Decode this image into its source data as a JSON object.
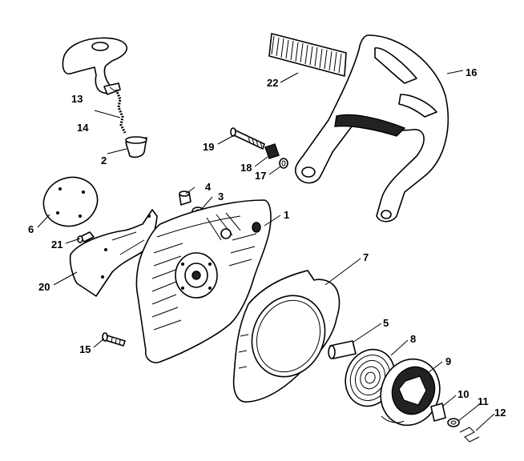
{
  "diagram": {
    "labels": {
      "p1": "1",
      "p2": "2",
      "p3": "3",
      "p4": "4",
      "p5": "5",
      "p6": "6",
      "p7": "7",
      "p8": "8",
      "p9": "9",
      "p10": "10",
      "p11": "11",
      "p12": "12",
      "p13": "13",
      "p14": "14",
      "p15": "15",
      "p16": "16",
      "p17": "17",
      "p18": "18",
      "p19": "19",
      "p20": "20",
      "p21": "21",
      "p22": "22"
    }
  }
}
